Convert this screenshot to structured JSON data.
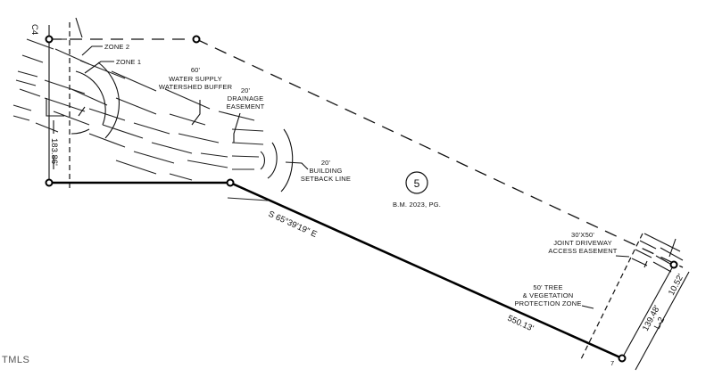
{
  "plat": {
    "lot_number": "5",
    "book_reference": "B.M. 2023, PG.",
    "corner_label": "C4",
    "labels": {
      "zone2": "ZONE 2",
      "zone1": "ZONE 1",
      "watershed_line1": "60'",
      "watershed_line2": "WATER SUPPLY",
      "watershed_line3": "WATERSHED BUFFER",
      "drainage_line1": "20'",
      "drainage_line2": "DRAINAGE",
      "drainage_line3": "EASEMENT",
      "setback_line1": "20'",
      "setback_line2": "BUILDING",
      "setback_line3": "SETBACK LINE",
      "driveway_line1": "30'X50'",
      "driveway_line2": "JOINT DRIVEWAY",
      "driveway_line3": "ACCESS EASEMENT",
      "tree_line1": "50' TREE",
      "tree_line2": "& VEGETATION",
      "tree_line3": "PROTECTION ZONE"
    },
    "dimensions": {
      "bearing": "S 65°39'19\" E",
      "south_length": "550.13'",
      "west_length": "183.86'",
      "east_length": "139.48'",
      "east_short_length": "10.52'",
      "line_id": "L-2",
      "point_id": "7"
    }
  },
  "watermark": "TMLS"
}
